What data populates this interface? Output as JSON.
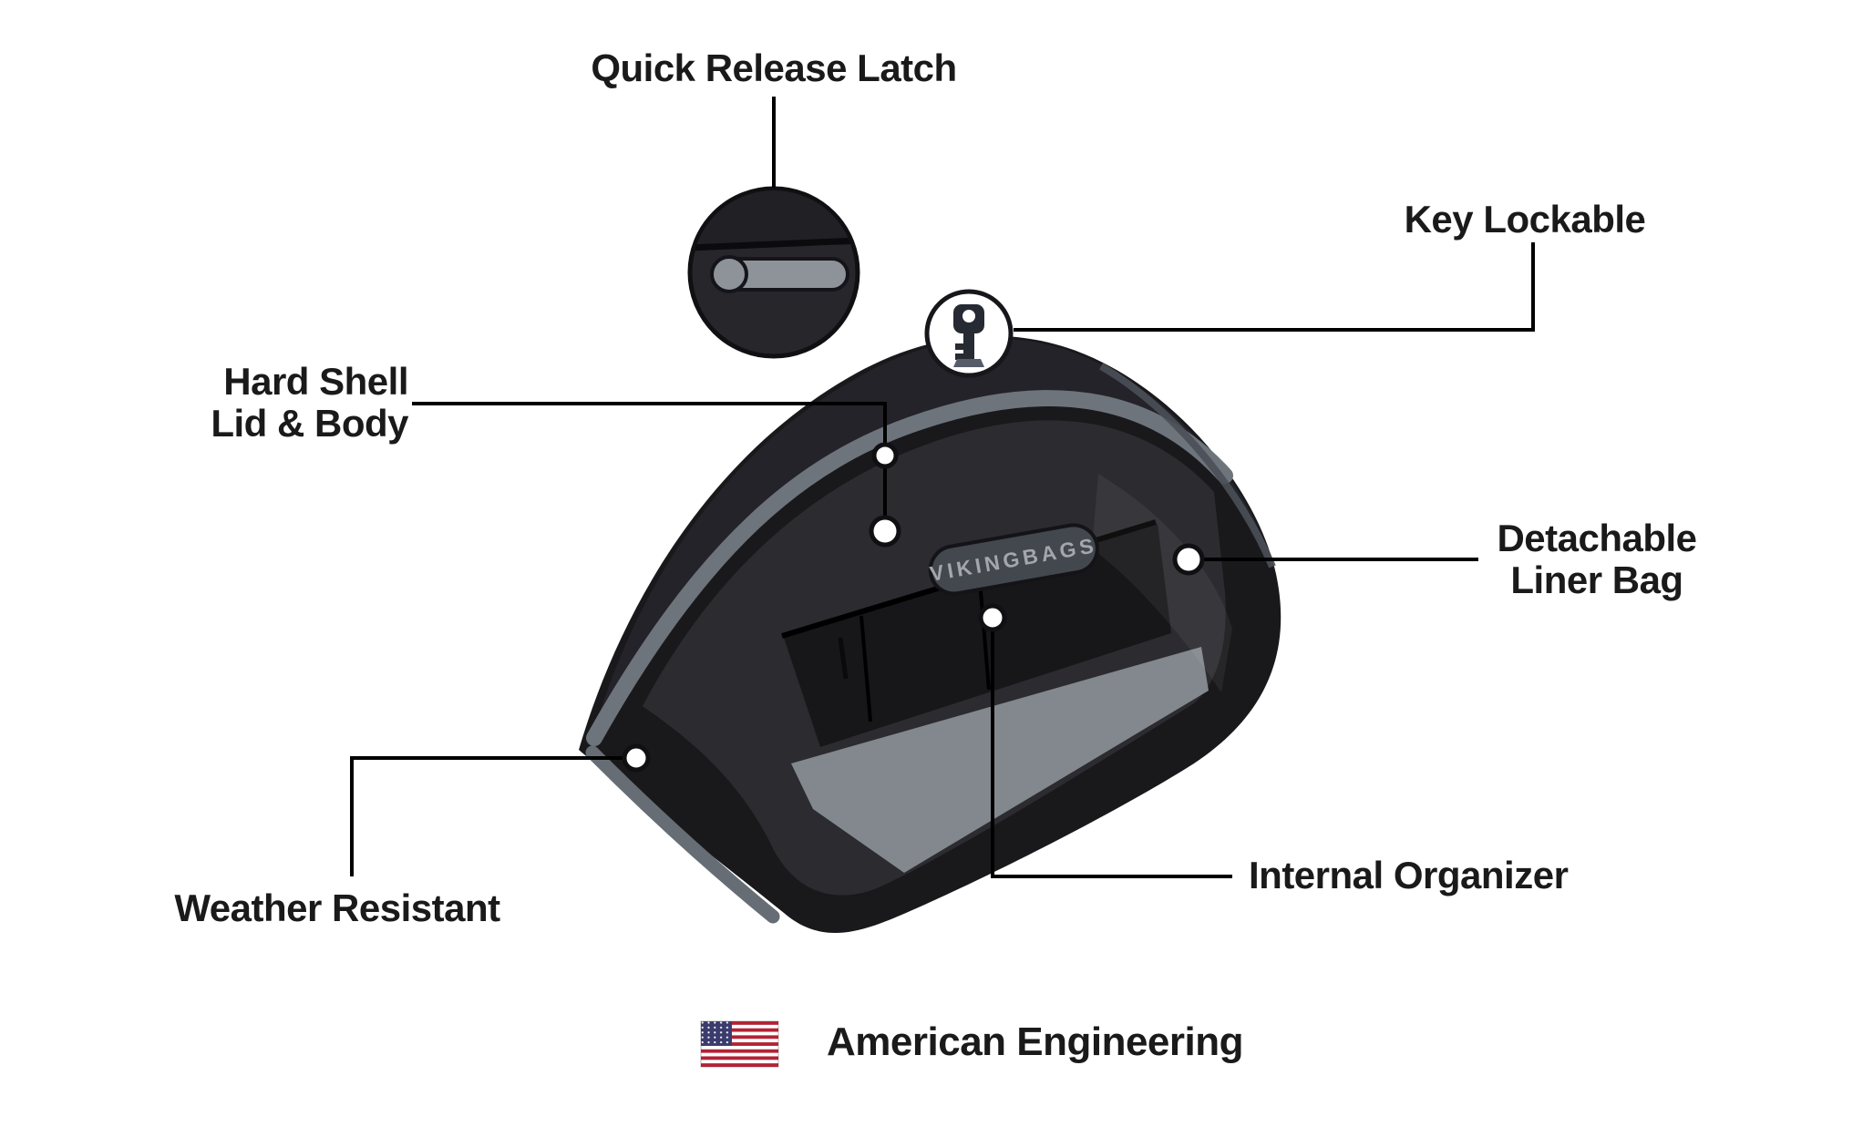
{
  "labels": {
    "quick_release": "Quick Release Latch",
    "key_lockable": "Key Lockable",
    "hard_shell_line1": "Hard Shell",
    "hard_shell_line2": "Lid & Body",
    "detachable_line1": "Detachable",
    "detachable_line2": "Liner Bag",
    "weather_resistant": "Weather Resistant",
    "internal_organizer": "Internal Organizer",
    "american_engineering": "American Engineering"
  },
  "bag": {
    "badge": "VIKINGBAGS"
  },
  "colors": {
    "background": "#ffffff",
    "text": "#1a1a1a",
    "bag_body": "#19191c",
    "bag_lid": "#232329",
    "interior": "#2b2b30",
    "trim_gray": "#6e747c",
    "band_gray": "#83888f",
    "flag_red": "#b22234",
    "flag_blue": "#3c3b6e"
  }
}
